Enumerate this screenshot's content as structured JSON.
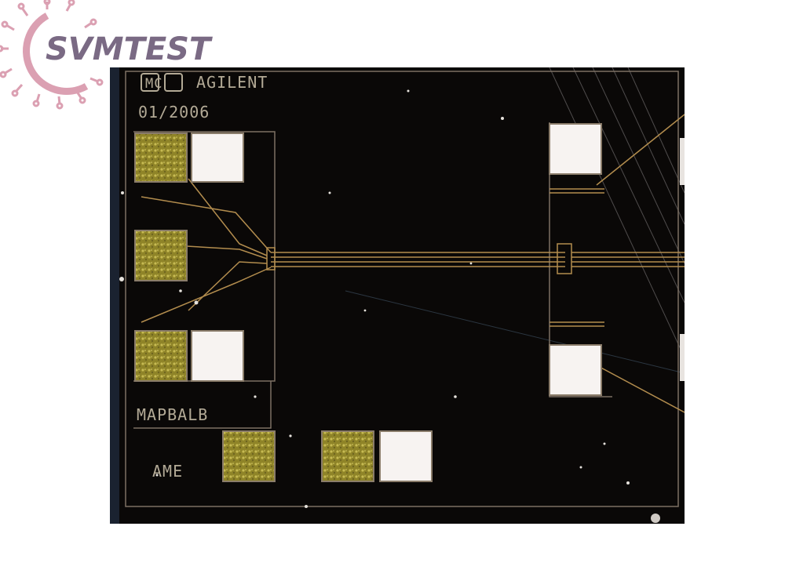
{
  "logo": {
    "text": "SVMTEST",
    "text_color": "#7a6a84",
    "ring_color": "#dba0b2"
  },
  "chip": {
    "maker_mark": "MC",
    "vendor": "AGILENT",
    "date_code": "01/2006",
    "label_main": "MAPBALB",
    "label_sub": "AME",
    "colors": {
      "substrate": "#0a0807",
      "trace": "#b38d4e",
      "pad_gold": "#a39a35",
      "pad_white": "#f7f3f1",
      "frame": "#7c7064"
    }
  }
}
